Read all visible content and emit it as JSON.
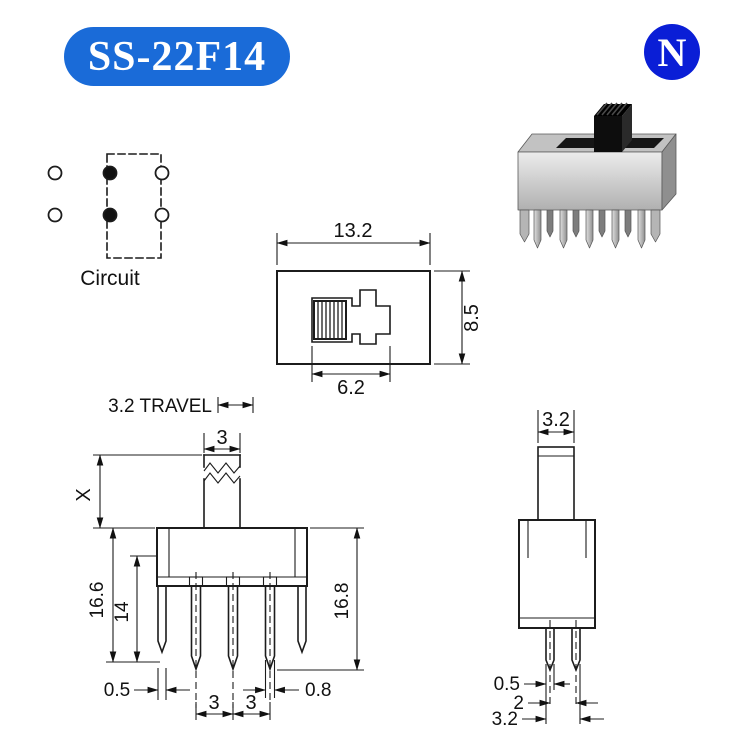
{
  "header": {
    "model_badge": "SS-22F14",
    "logo_letter": "N",
    "badge_color": "#1a6bd8",
    "logo_color": "#0a1ed6"
  },
  "circuit_diagram": {
    "label": "Circuit"
  },
  "top_view": {
    "overall_width_mm": "13.2",
    "overall_depth_mm": "8.5",
    "slot_length_mm": "6.2"
  },
  "front_view": {
    "travel_label": "3.2 TRAVEL",
    "actuator_width_mm": "3",
    "actuator_height_label": "X",
    "left_height_mm": "16.6",
    "pin_length_mm": "14",
    "right_height_mm": "16.8",
    "bracket_width_mm": "0.5",
    "pin_width_mm": "0.8",
    "pin_pitch_left_mm": "3",
    "pin_pitch_right_mm": "3"
  },
  "side_view": {
    "actuator_depth_mm": "3.2",
    "pin_thickness_mm": "0.5",
    "pin_row_pitch_mm": "2",
    "body_depth_mm": "3.2"
  }
}
